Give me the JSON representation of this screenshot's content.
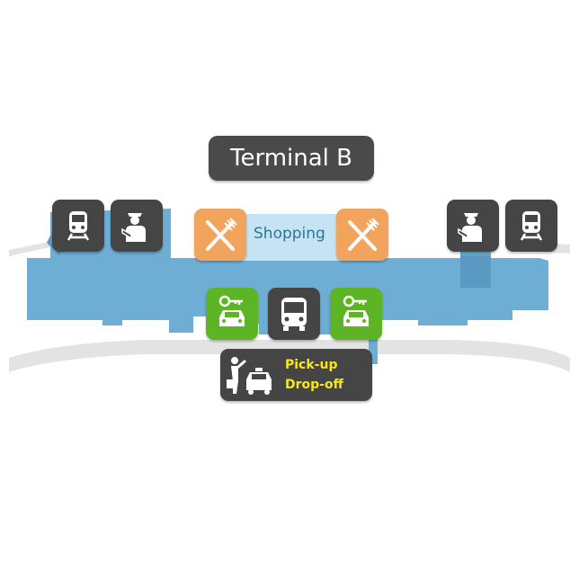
{
  "terminal": {
    "title": "Terminal B"
  },
  "zones": {
    "shopping_label": "Shopping"
  },
  "pickup": {
    "line1": "Pick-up",
    "line2": "Drop-off"
  },
  "colors": {
    "terminal_fill": "#6eaed5",
    "shopping_fill": "#c5e3f2",
    "road": "#e3e3e3",
    "tile_dark": "#454545",
    "tile_green": "#5db424",
    "tile_orange": "#f2a45c",
    "pickup_text": "#f7e81e",
    "shopping_text": "#2a7796"
  },
  "icons": [
    "train-icon",
    "security-officer-icon",
    "restaurant-icon",
    "restaurant-icon",
    "security-officer-icon",
    "train-icon",
    "car-rental-icon",
    "bus-icon",
    "car-rental-icon",
    "taxi-pickup-icon"
  ]
}
